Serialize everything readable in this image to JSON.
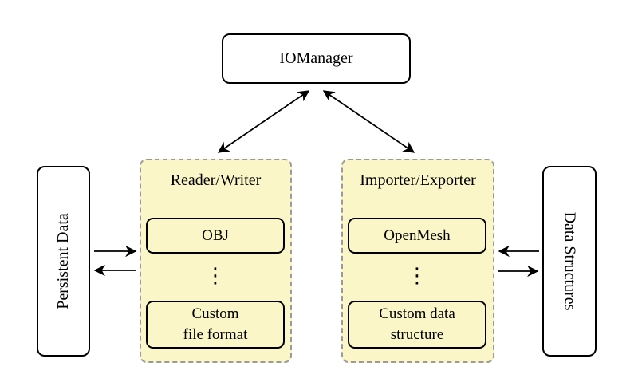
{
  "diagram": {
    "title_node": {
      "label": "IOManager"
    },
    "left_side_node": {
      "label": "Persistent Data"
    },
    "right_side_node": {
      "label": "Data Structures"
    },
    "reader_writer_panel": {
      "title": "Reader/Writer",
      "items": [
        "OBJ",
        "Custom\nfile format"
      ],
      "dots": "⋮"
    },
    "importer_exporter_panel": {
      "title": "Importer/Exporter",
      "items": [
        "OpenMesh",
        "Custom data\nstructure"
      ],
      "dots": "⋮"
    },
    "connections": [
      "IOManager <-> Reader/Writer",
      "IOManager <-> Importer/Exporter",
      "Persistent Data -> Reader/Writer",
      "Reader/Writer -> Persistent Data",
      "Importer/Exporter -> Data Structures",
      "Data Structures -> Importer/Exporter"
    ]
  },
  "colors": {
    "panel_fill": "#fbf6c7",
    "panel_border": "#9a9a9a",
    "line_color": "#000000",
    "background": "#ffffff"
  }
}
